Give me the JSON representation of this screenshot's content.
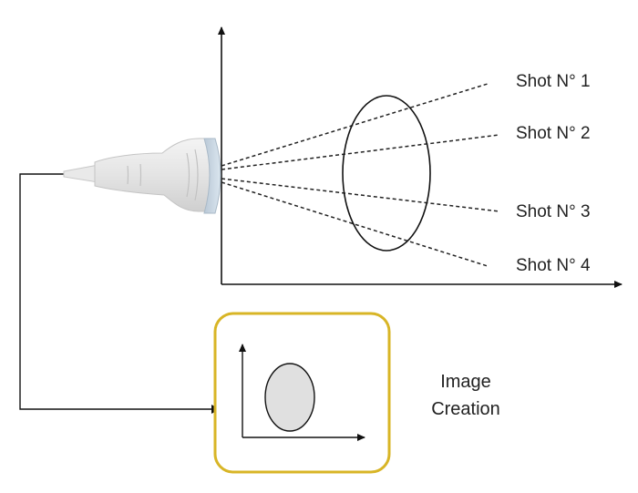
{
  "shots": [
    {
      "label": "Shot N° 1"
    },
    {
      "label": "Shot N° 2"
    },
    {
      "label": "Shot N° 3"
    },
    {
      "label": "Shot N° 4"
    }
  ],
  "image_creation": {
    "line1": "Image",
    "line2": "Creation"
  },
  "colors": {
    "frame": "#d8b526",
    "axis": "#111111",
    "ellipse_fill": "#e0e0e0",
    "probe_body": "#e6e6e6",
    "probe_head": "#cfdce8"
  }
}
